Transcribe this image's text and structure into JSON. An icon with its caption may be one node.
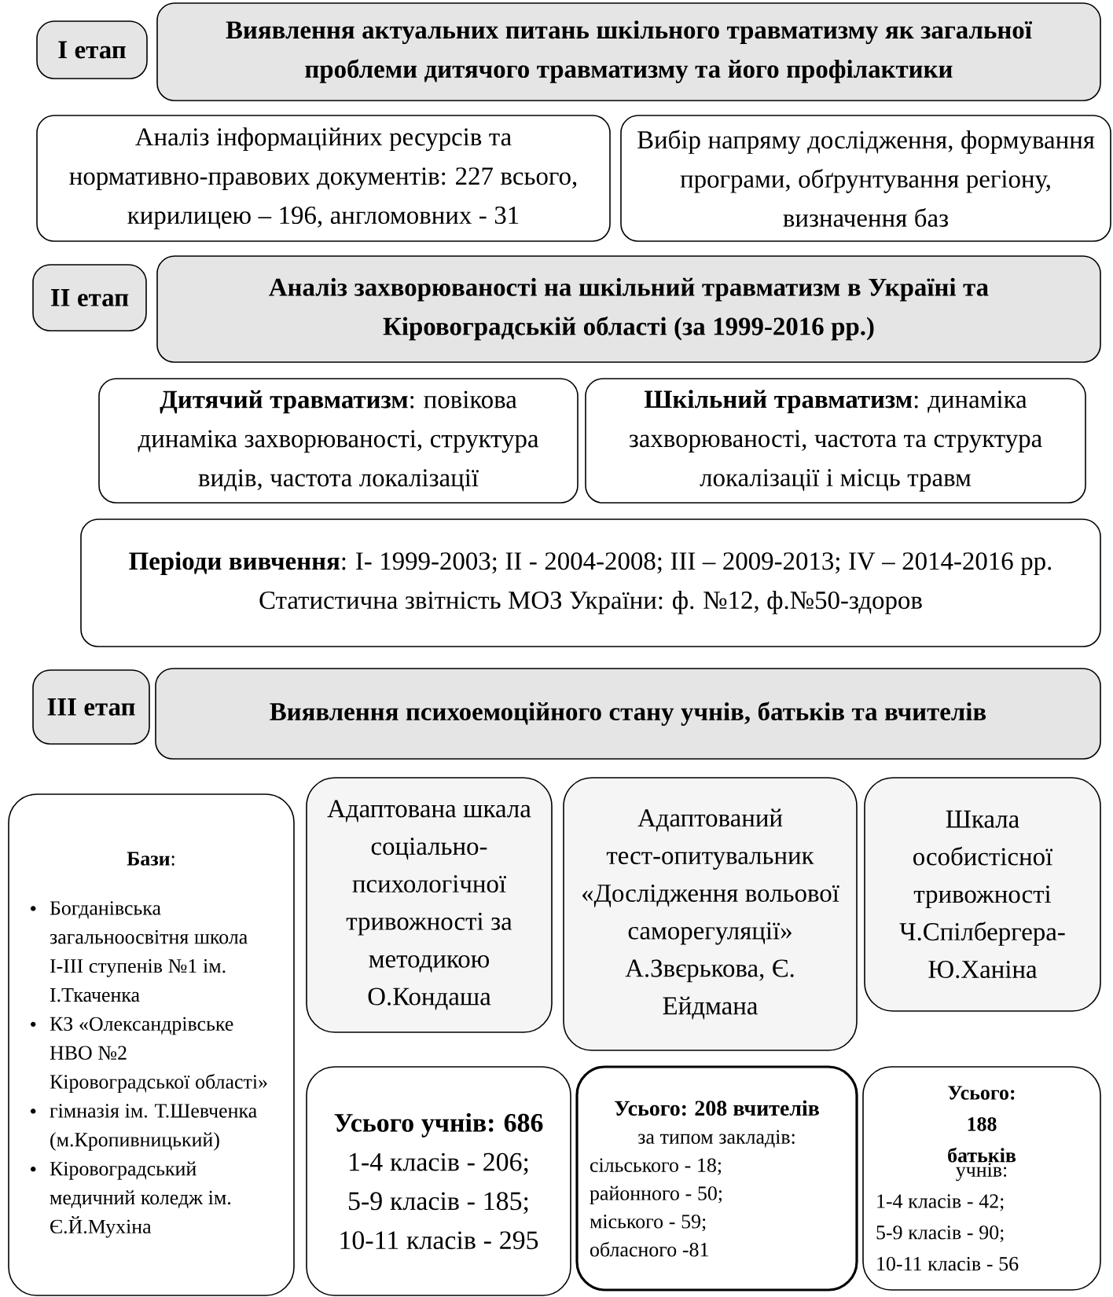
{
  "diagram": {
    "nodes": [
      {
        "text": [
          "I етап"
        ]
      },
      {
        "text": [
          "Виявлення актуальних питань шкільного травматизму як загальної проблеми дитячого травматизму та його профілактики"
        ]
      },
      {
        "text": [
          "Аналіз інформаційних ресурсів та нормативно-правових документів: 227 всього, кирилицею – 196, англомовних - 31"
        ]
      },
      {
        "text": [
          "Вибір напряму дослідження, формування програми, обґрунтування регіону, визначення баз"
        ]
      },
      {
        "text": [
          "II етап"
        ]
      },
      {
        "text": [
          "Аналіз захворюваності на шкільний травматизм в Україні та Кіровоградській області (за 1999-2016 рр.)"
        ]
      },
      {
        "text": [
          "**Дитячий травматизм**: повікова динаміка захворюваності, структура видів, частота локалізації"
        ]
      },
      {
        "text": [
          "**Шкільний травматизм**: динаміка захворюваності, частота та структура локалізації і місць травм"
        ]
      },
      {
        "text": [
          "**Періоди вивчення**: I- 1999-2003; II - 2004-2008; III – 2009-2013; IV – 2014-2016 рр.",
          "Статистична звітність МОЗ України: ф. №12, ф.№50-здоров"
        ]
      },
      {
        "text": [
          "III етап"
        ]
      },
      {
        "text": [
          "Виявлення психоемоційного стану учнів, батьків та вчителів"
        ]
      },
      {
        "text": [
          "**Бази**:",
          "Богданівська загальноосвітня школа I-III ступенів №1 ім. І.Ткаченка",
          "КЗ «Олександрівське НВО №2 Кіровоградської області»",
          "гімназія ім. Т.Шевченка (м.Кропивницький)",
          "Кіровоградський медичний коледж ім. Є.Й.Мухіна"
        ]
      },
      {
        "text": [
          "Адаптована шкала соціально-психологічної тривожності за методикою О.Кондаша"
        ]
      },
      {
        "text": [
          "Адаптований тест-опитувальник «Дослідження вольової саморегуляції» А.Звєрькова, Є. Ейдмана"
        ]
      },
      {
        "text": [
          "Шкала особистісної тривожності Ч.Спілбергера-Ю.Ханіна"
        ]
      },
      {
        "text": [
          "Усього учнів: 686",
          "1-4 класів - 206;",
          "5-9 класів - 185;",
          "10-11 класів - 295"
        ]
      },
      {
        "text": [
          "Усього: 208 вчителів",
          "за типом закладів:",
          "сільського - 18;",
          "районного - 50;",
          "міського - 59;",
          "обласного -81"
        ]
      },
      {
        "text": [
          "Усього: 188 батьків",
          "учнів:",
          "1-4 класів - 42;",
          "5-9 класів - 90;",
          "10-11 класів - 56"
        ]
      }
    ]
  }
}
